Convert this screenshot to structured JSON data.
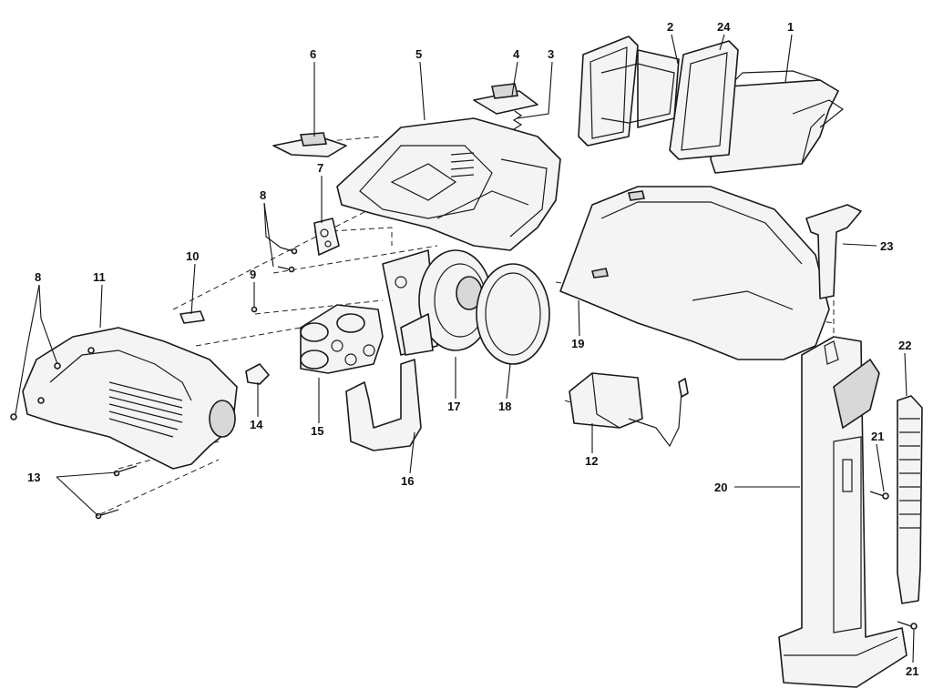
{
  "diagram": {
    "callouts": [
      {
        "id": "c1",
        "text": "1"
      },
      {
        "id": "c2",
        "text": "2"
      },
      {
        "id": "c24",
        "text": "24"
      },
      {
        "id": "c3",
        "text": "3"
      },
      {
        "id": "c4",
        "text": "4"
      },
      {
        "id": "c5",
        "text": "5"
      },
      {
        "id": "c6",
        "text": "6"
      },
      {
        "id": "c7",
        "text": "7"
      },
      {
        "id": "c8a",
        "text": "8"
      },
      {
        "id": "c8b",
        "text": "8"
      },
      {
        "id": "c9",
        "text": "9"
      },
      {
        "id": "c10",
        "text": "10"
      },
      {
        "id": "c11",
        "text": "11"
      },
      {
        "id": "c12",
        "text": "12"
      },
      {
        "id": "c13",
        "text": "13"
      },
      {
        "id": "c14",
        "text": "14"
      },
      {
        "id": "c15",
        "text": "15"
      },
      {
        "id": "c16",
        "text": "16"
      },
      {
        "id": "c17",
        "text": "17"
      },
      {
        "id": "c18",
        "text": "18"
      },
      {
        "id": "c19",
        "text": "19"
      },
      {
        "id": "c20",
        "text": "20"
      },
      {
        "id": "c21a",
        "text": "21"
      },
      {
        "id": "c21b",
        "text": "21"
      },
      {
        "id": "c22",
        "text": "22"
      },
      {
        "id": "c23",
        "text": "23"
      }
    ]
  }
}
